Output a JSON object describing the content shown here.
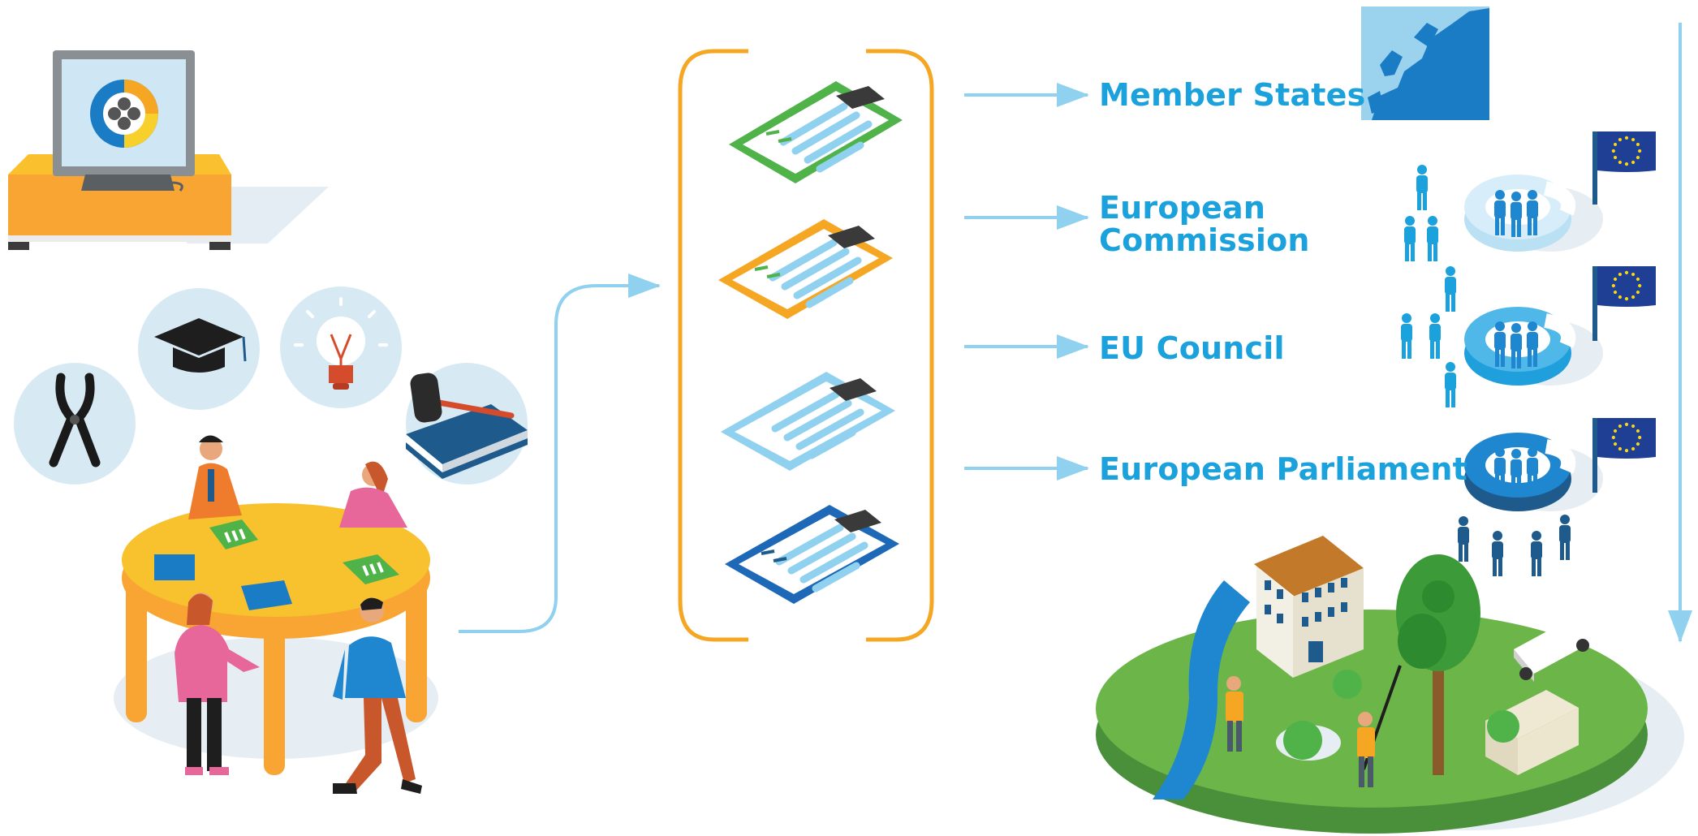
{
  "colors": {
    "text_blue": "#1ba1dc",
    "arrow_blue": "#8fd1ee",
    "bracket_orange": "#f5a623",
    "table_yellow": "#f7c12d",
    "island_green": "#6cb548",
    "eu_flag": "#1e3f94",
    "eu_star": "#f8d51a"
  },
  "labels": {
    "member_states": "Member States",
    "commission_line1": "European",
    "commission_line2": "Commission",
    "council": "EU Council",
    "parliament": "European Parliament"
  },
  "icons": [
    "computer-icon",
    "pliers-icon",
    "graduation-cap-icon",
    "lightbulb-icon",
    "gavel-book-icon",
    "clipboard-icon",
    "europe-map-icon",
    "eu-flag-icon",
    "people-icon"
  ]
}
